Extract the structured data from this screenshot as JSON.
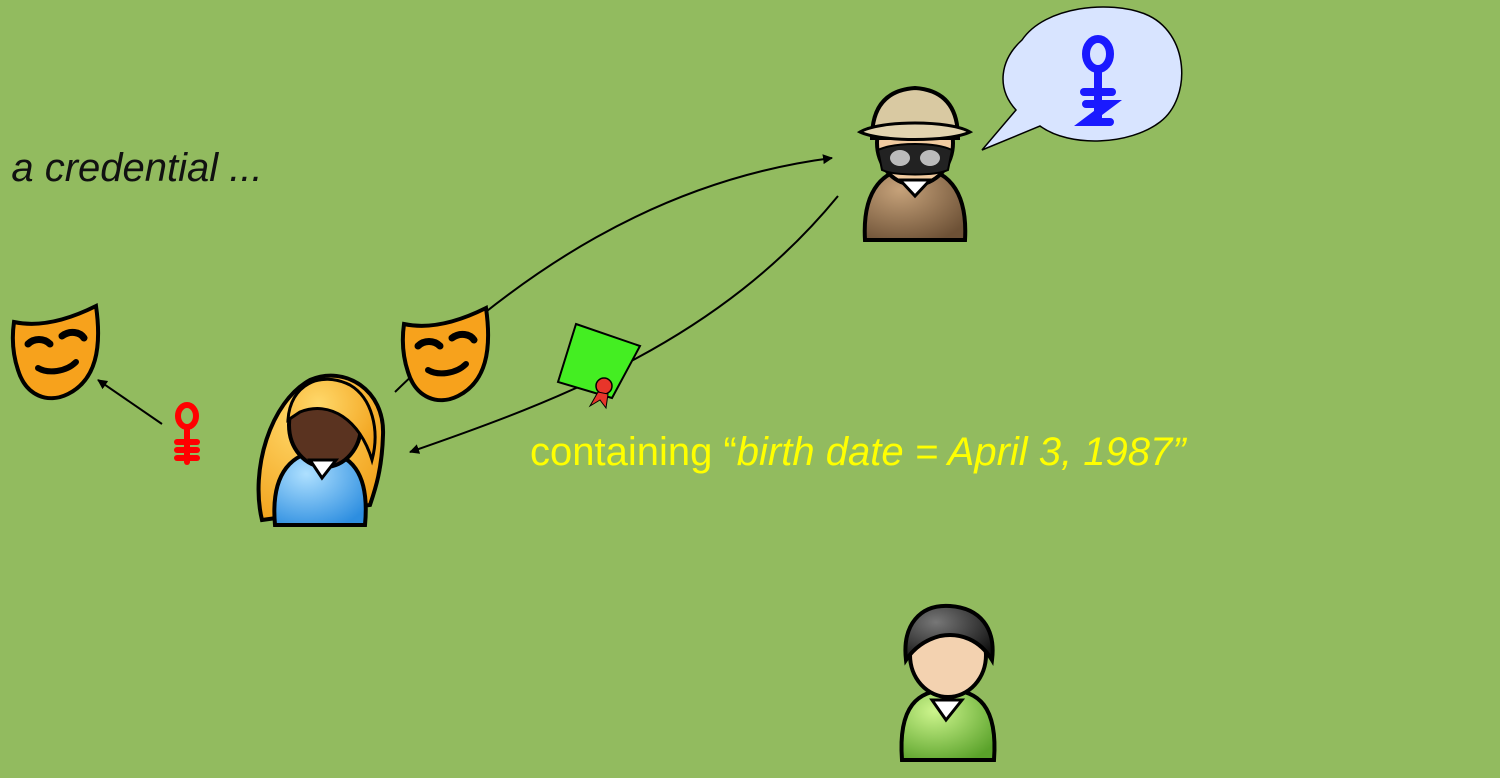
{
  "slide": {
    "heading": "g a credential ...",
    "caption_prefix": "containing “",
    "caption_value": "birth date = April 3, 1987”"
  },
  "icons": {
    "issuer": "issuer-person-icon",
    "user": "user-person-icon",
    "verifier": "verifier-person-icon",
    "mask": "pseudonym-mask-icon",
    "secret_key": "secret-key-icon",
    "public_key": "public-key-icon",
    "credential": "credential-document-icon"
  },
  "colors": {
    "background": "#92bb5f",
    "caption": "#ffff00",
    "secret_key": "#ff0000",
    "public_key": "#1a1aff",
    "mask": "#f7a21c",
    "credential": "#44ee22"
  }
}
